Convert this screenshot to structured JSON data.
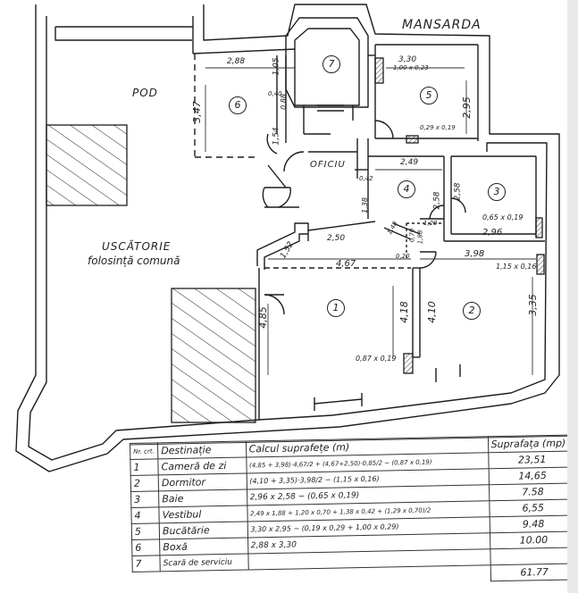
{
  "title": "MANSARDA",
  "areas": {
    "pod": "POD",
    "uscatorie_line1": "USCĂTORIE",
    "uscatorie_line2": "folosință comună",
    "oficiu": "OFICIU"
  },
  "rooms": [
    {
      "num": "1"
    },
    {
      "num": "2"
    },
    {
      "num": "3"
    },
    {
      "num": "4"
    },
    {
      "num": "5"
    },
    {
      "num": "6"
    },
    {
      "num": "7"
    }
  ],
  "dimensions": {
    "d288": "2,88",
    "d105": "1,05",
    "d347": "3,47",
    "d040": "0,40",
    "d088": "0,88",
    "d154": "1,54",
    "d330": "3,30",
    "d100x023": "1,00 x 0,23",
    "d295": "2,95",
    "d029x019": "0,29 x 0,19",
    "d249": "2,49",
    "d042": "0,42",
    "d138": "1,38",
    "d258a": "2,58",
    "d258b": "2,58",
    "d065x019": "0,65 x 0,19",
    "d296": "2,96",
    "d120": "1,20",
    "d070": "0,70",
    "d148": "1,48",
    "d188": "1,88",
    "d250": "2,50",
    "d152": "1,52",
    "d467": "4,67",
    "d020": "0,20",
    "d398": "3,98",
    "d115x016": "1,15 x 0,16",
    "d485": "4,85",
    "d418": "4,18",
    "d410": "4,10",
    "d335": "3,35",
    "d087x019": "0,87 x 0,19"
  },
  "table": {
    "headers": [
      "Nr. crt.",
      "Destinație",
      "Calcul suprafețe (m)",
      "Suprafața (mp)"
    ],
    "rows": [
      {
        "nr": "1",
        "name": "Cameră de zi",
        "calc": "(4,85 + 3,98)·4,67/2 + (4,67+2,50)·0,85/2 − (0,87 x 0,19)",
        "area": "23,51"
      },
      {
        "nr": "2",
        "name": "Dormitor",
        "calc": "(4,10 + 3,35)·3,98/2 − (1,15 x 0,16)",
        "area": "14,65"
      },
      {
        "nr": "3",
        "name": "Baie",
        "calc": "2,96 x 2,58 − (0,65 x 0,19)",
        "area": "7.58"
      },
      {
        "nr": "4",
        "name": "Vestibul",
        "calc": "2,49 x 1,88 + 1,20 x 0,70 + 1,38 x 0,42 + (1,29 x 0,70)/2",
        "area": "6,55"
      },
      {
        "nr": "5",
        "name": "Bucătărie",
        "calc": "3,30 x 2,95 − (0,19 x 0,29 + 1,00 x 0,29)",
        "area": "9.48"
      },
      {
        "nr": "6",
        "name": "Boxă",
        "calc": "2,88 x 3,30",
        "area": "10.00"
      },
      {
        "nr": "7",
        "name": "Scară de serviciu",
        "calc": "",
        "area": ""
      }
    ],
    "total": "61.77"
  }
}
